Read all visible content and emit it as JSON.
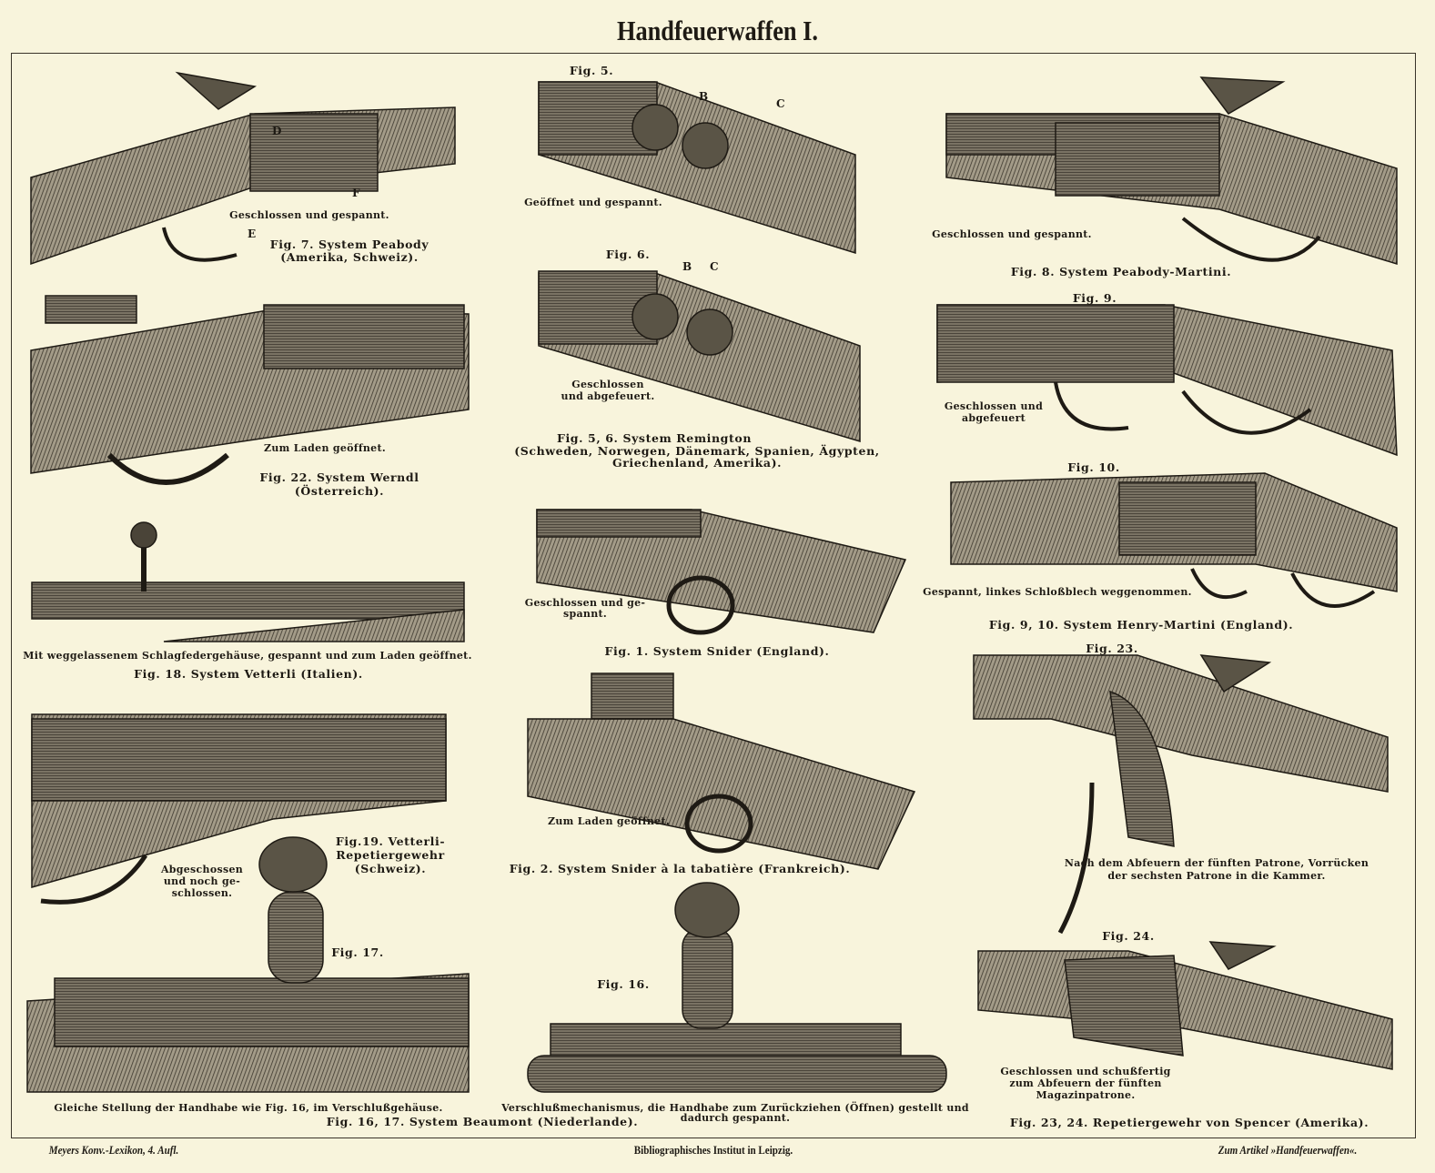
{
  "title": "Handfeuerwaffen I.",
  "labels": {
    "b1": "B",
    "c1": "C",
    "b2": "B",
    "c2": "C",
    "d": "D",
    "e": "E",
    "f": "F"
  },
  "captions": {
    "fig5": "Fig. 5.",
    "fig5_state": "Geöffnet und gespannt.",
    "fig7_state": "Geschlossen und gespannt.",
    "fig7_title": "Fig. 7.  System Peabody",
    "fig7_sub": "(Amerika, Schweiz).",
    "fig8_state": "Geschlossen und gespannt.",
    "fig8_title": "Fig. 8.  System Peabody-Martini.",
    "fig6": "Fig. 6.",
    "fig9": "Fig. 9.",
    "fig6_state_1": "Geschlossen",
    "fig6_state_2": "und abgefeuert.",
    "fig9_state_1": "Geschlossen und",
    "fig9_state_2": "abgefeuert",
    "fig22_state": "Zum Laden geöffnet.",
    "fig22_title": "Fig. 22.  System Werndl",
    "fig22_sub": "(Österreich).",
    "fig56_title": "Fig. 5, 6.  System Remington",
    "fig56_sub_1": "(Schweden, Norwegen, Dänemark, Spanien, Ägypten,",
    "fig56_sub_2": "Griechenland, Amerika).",
    "fig10": "Fig. 10.",
    "fig1_state_1": "Geschlossen und ge-",
    "fig1_state_2": "spannt.",
    "fig10_state": "Gespannt, linkes Schloßblech weggenommen.",
    "fig910_title": "Fig. 9, 10.  System Henry-Martini (England).",
    "fig18_state": "Mit weggelassenem Schlagfedergehäuse, gespannt und zum Laden geöffnet.",
    "fig1_title": "Fig. 1.  System Snider (England).",
    "fig23": "Fig. 23.",
    "fig18_title": "Fig. 18.  System Vetterli (Italien).",
    "fig23_state_1": "Nach dem Abfeuern der fünften Patrone, Vorrücken",
    "fig23_state_2": "der sechsten Patrone in die Kammer.",
    "fig2_state": "Zum Laden geöffnet.",
    "fig19_title_1": "Fig.19.  Vetterli-",
    "fig19_title_2": "Repetiergewehr",
    "fig19_title_3": "(Schweiz).",
    "fig19_state_1": "Abgeschossen",
    "fig19_state_2": "und noch ge-",
    "fig19_state_3": "schlossen.",
    "fig2_title": "Fig. 2.  System Snider à la tabatière (Frankreich).",
    "fig17": "Fig. 17.",
    "fig16": "Fig. 16.",
    "fig24": "Fig. 24.",
    "fig24_state_1": "Geschlossen und schußfertig",
    "fig24_state_2": "zum Abfeuern der fünften",
    "fig24_state_3": "Magazinpatrone.",
    "fig17_state": "Gleiche Stellung der Handhabe wie Fig. 16, im Verschlußgehäuse.",
    "fig16_state_1": "Verschlußmechanismus, die Handhabe zum Zurückziehen (Öffnen) gestellt und",
    "fig16_state_2": "dadurch gespannt.",
    "fig1617_title": "Fig. 16, 17.  System Beaumont (Niederlande).",
    "fig2324_title": "Fig. 23, 24.  Repetiergewehr von Spencer (Amerika)."
  },
  "footer": {
    "left": "Meyers Konv.-Lexikon, 4. Aufl.",
    "center": "Bibliographisches Institut in Leipzig.",
    "right": "Zum Artikel »Handfeuerwaffen«."
  },
  "colors": {
    "paper": "#f8f4dc",
    "ink": "#1e1a14",
    "metal": "#6b6456",
    "wood": "#8a8170"
  }
}
